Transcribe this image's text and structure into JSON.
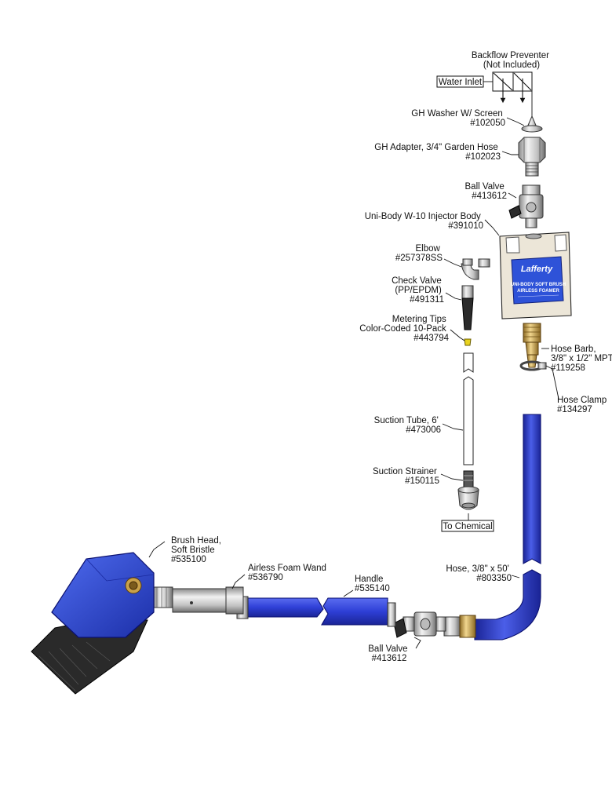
{
  "labels": {
    "backflow_preventer": [
      "Backflow Preventer",
      "(Not Included)"
    ],
    "water_inlet": "Water Inlet",
    "gh_washer": [
      "GH Washer W/ Screen",
      "#102050"
    ],
    "gh_adapter": [
      "GH Adapter, 3/4\" Garden Hose",
      "#102023"
    ],
    "ball_valve_top": [
      "Ball Valve",
      "#413612"
    ],
    "injector_body": [
      "Uni-Body W-10 Injector Body",
      "#391010"
    ],
    "elbow": [
      "Elbow",
      "#257378SS"
    ],
    "check_valve": [
      "Check Valve",
      "(PP/EPDM)",
      "#491311"
    ],
    "metering_tips": [
      "Metering Tips",
      "Color-Coded 10-Pack",
      "#443794"
    ],
    "suction_tube": [
      "Suction Tube, 6'",
      "#473006"
    ],
    "suction_strainer": [
      "Suction Strainer",
      "#150115"
    ],
    "to_chemical": "To Chemical",
    "hose_barb": [
      "Hose Barb,",
      "3/8\" x 1/2\" MPT",
      "#119258"
    ],
    "hose_clamp": [
      "Hose Clamp",
      "#134297"
    ],
    "hose": [
      "Hose, 3/8\" x 50'",
      "#803350"
    ],
    "brush_head": [
      "Brush Head,",
      "Soft Bristle",
      "#535100"
    ],
    "foam_wand": [
      "Airless Foam Wand",
      "#536790"
    ],
    "handle": [
      "Handle",
      "#535140"
    ],
    "ball_valve_bottom": [
      "Ball Valve",
      "#413612"
    ]
  },
  "product_label": {
    "brand": "Lafferty",
    "line1": "UNI-BODY SOFT BRUSH",
    "line2": "AIRLESS FOAMER"
  },
  "colors": {
    "hose_blue": "#2e3fd6",
    "brush_blue": "#2a47c8",
    "brass": "#c9a14a",
    "steel": "#d6d6d6"
  }
}
